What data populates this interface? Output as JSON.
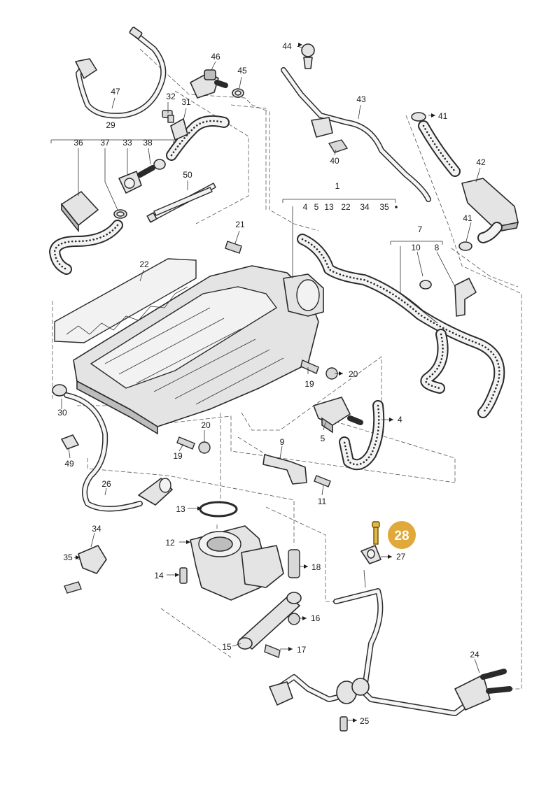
{
  "diagram": {
    "group_1": {
      "label": "1",
      "members": [
        "4",
        "5",
        "13",
        "22",
        "34",
        "35"
      ]
    },
    "group_7": {
      "label": "7",
      "members": [
        "10",
        "8"
      ]
    },
    "group_29": {
      "label": "29",
      "members": [
        "36",
        "37",
        "33",
        "38"
      ]
    },
    "highlight": {
      "label": "28",
      "color": "#e0a93a"
    },
    "callouts": {
      "p4": "4",
      "p5": "5",
      "p7": "7",
      "p8": "8",
      "p9": "9",
      "p10": "10",
      "p11": "11",
      "p12": "12",
      "p13": "13",
      "p14": "14",
      "p15": "15",
      "p16": "16",
      "p17": "17",
      "p18": "18",
      "p19a": "19",
      "p19b": "19",
      "p20a": "20",
      "p20b": "20",
      "p21": "21",
      "p22": "22",
      "p24": "24",
      "p25": "25",
      "p26": "26",
      "p27": "27",
      "p30": "30",
      "p31": "31",
      "p32": "32",
      "p33": "33",
      "p34": "34",
      "p35": "35",
      "p36": "36",
      "p37": "37",
      "p38": "38",
      "p40": "40",
      "p41a": "41",
      "p41b": "41",
      "p42": "42",
      "p43": "43",
      "p44": "44",
      "p45": "45",
      "p46": "46",
      "p47": "47",
      "p49": "49",
      "p50": "50"
    }
  }
}
